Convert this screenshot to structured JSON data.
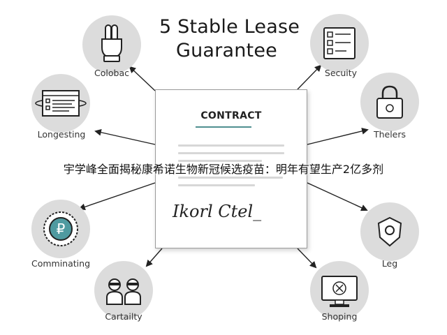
{
  "title_line1": "5 Stable Lease",
  "title_line2": "Guarantee",
  "contract": {
    "heading": "CONTRACT",
    "signature": "Ikorl Ctel_"
  },
  "nodes": {
    "top_left": {
      "label": "Colobac",
      "icon": "hand-icon"
    },
    "mid_left": {
      "label": "Longesting",
      "icon": "document-list-icon"
    },
    "low_left": {
      "label": "Comminating",
      "icon": "currency-coin-icon"
    },
    "bottom_left": {
      "label": "Cartailty",
      "icon": "people-icon"
    },
    "top_right": {
      "label": "Secuity",
      "icon": "checklist-icon"
    },
    "mid_right": {
      "label": "Thelers",
      "icon": "padlock-icon"
    },
    "low_right": {
      "label": "Leg",
      "icon": "shield-icon"
    },
    "bottom_right": {
      "label": "Shoping",
      "icon": "monitor-icon"
    }
  },
  "banner_text": "宇学峰全面揭秘康希诺生物新冠候选疫苗：明年有望生产2亿多剂"
}
